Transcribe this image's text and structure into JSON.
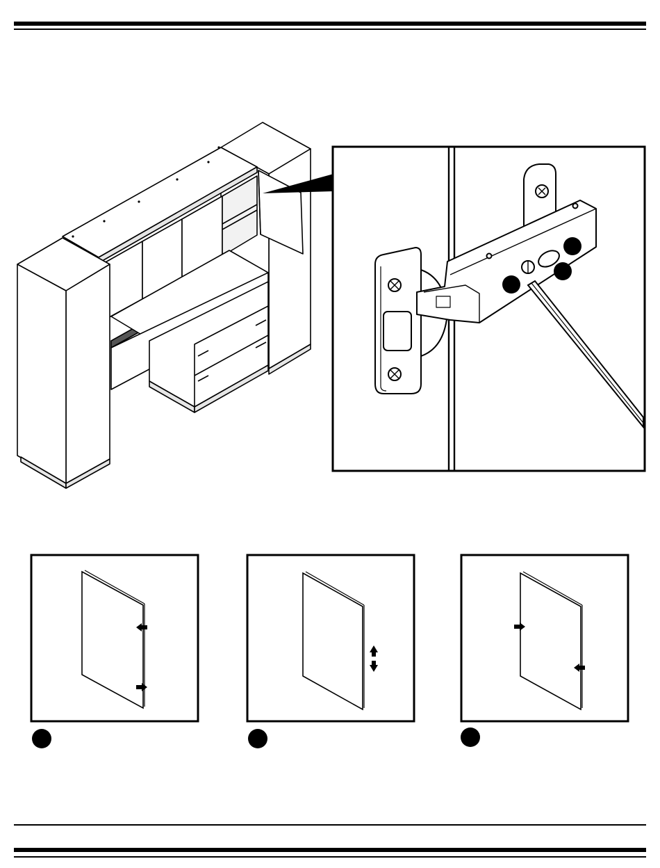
{
  "colors": {
    "ink": "#000000",
    "paper": "#ffffff",
    "shade": "#d9d9d9"
  },
  "icons": [
    "step-marker-dot",
    "adjust-arrow-icon",
    "screwdriver-icon"
  ],
  "steps": [
    {
      "id": 1,
      "icon": "in-out-arrows-icon"
    },
    {
      "id": 2,
      "icon": "up-down-arrows-icon"
    },
    {
      "id": 3,
      "icon": "side-arrows-icon"
    }
  ]
}
